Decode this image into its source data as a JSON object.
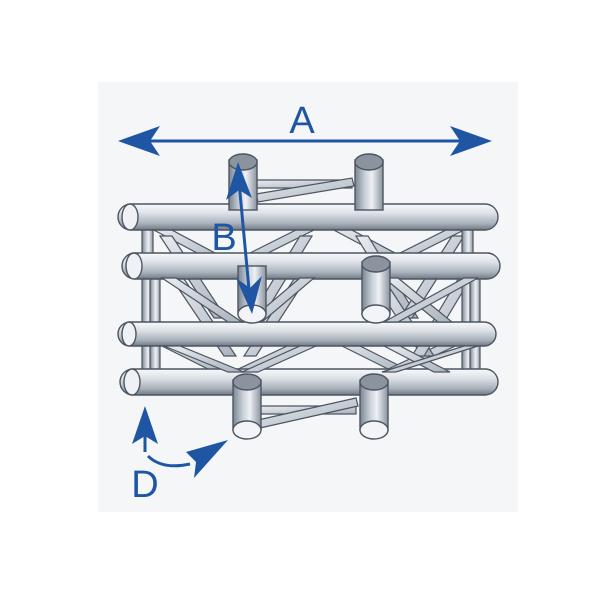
{
  "dimensions": {
    "a": {
      "label": "A"
    },
    "b": {
      "label": "B"
    },
    "d": {
      "label": "D"
    }
  },
  "colors": {
    "arrow": "#1f56a3",
    "label": "#1f56a3",
    "tube_light": "#eef1f5",
    "tube_mid": "#b9c1cb",
    "tube_dark": "#6f7884",
    "outline": "#4d5561",
    "background": "#f4f6f8"
  }
}
